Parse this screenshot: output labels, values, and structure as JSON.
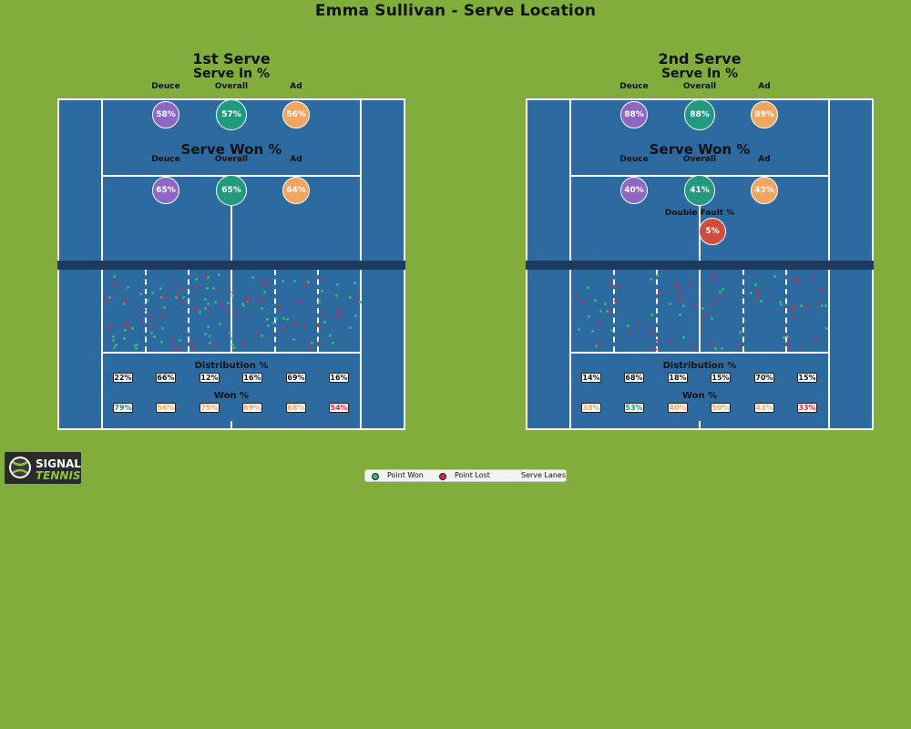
{
  "title": "Emma Sullivan - Serve Location",
  "colors": {
    "background": "#80ad3b",
    "court": "#2d6aa0",
    "net": "#1e3b5e",
    "deuce": "#8e67c6",
    "overall": "#239a80",
    "ad": "#f0a560",
    "double_fault": "#cf4c3f",
    "point_won": "#2eb87a",
    "point_lost": "#cf2a45"
  },
  "labels": {
    "serve_in": "Serve In %",
    "serve_won": "Serve Won %",
    "deuce": "Deuce",
    "overall": "Overall",
    "ad": "Ad",
    "double_fault": "Double Fault %",
    "distribution": "Distribution %",
    "won": "Won %"
  },
  "legend": {
    "won": "Point Won",
    "lost": "Point Lost",
    "lanes": "Serve Lanes"
  },
  "logo": {
    "line1": "SIGNAL",
    "line2": "TENNIS"
  },
  "chart_data": [
    {
      "type": "table",
      "title": "1st Serve",
      "serve_in": {
        "deuce": "58%",
        "overall": "57%",
        "ad": "56%"
      },
      "serve_won": {
        "deuce": "65%",
        "overall": "65%",
        "ad": "64%"
      },
      "double_fault": null,
      "distribution": [
        "22%",
        "66%",
        "12%",
        "16%",
        "69%",
        "16%"
      ],
      "won": [
        "79%",
        "56%",
        "75%",
        "69%",
        "68%",
        "54%"
      ],
      "won_levels": [
        "high",
        "mid",
        "mid",
        "mid",
        "mid",
        "low"
      ],
      "serve_points": {
        "won": 78,
        "lost": 56
      }
    },
    {
      "type": "table",
      "title": "2nd Serve",
      "serve_in": {
        "deuce": "88%",
        "overall": "88%",
        "ad": "89%"
      },
      "serve_won": {
        "deuce": "40%",
        "overall": "41%",
        "ad": "43%"
      },
      "double_fault": "5%",
      "distribution": [
        "14%",
        "68%",
        "18%",
        "15%",
        "70%",
        "15%"
      ],
      "won": [
        "38%",
        "53%",
        "40%",
        "50%",
        "43%",
        "33%"
      ],
      "won_levels": [
        "mid",
        "high",
        "mid",
        "mid",
        "mid",
        "low"
      ],
      "serve_points": {
        "won": 37,
        "lost": 46
      }
    }
  ]
}
